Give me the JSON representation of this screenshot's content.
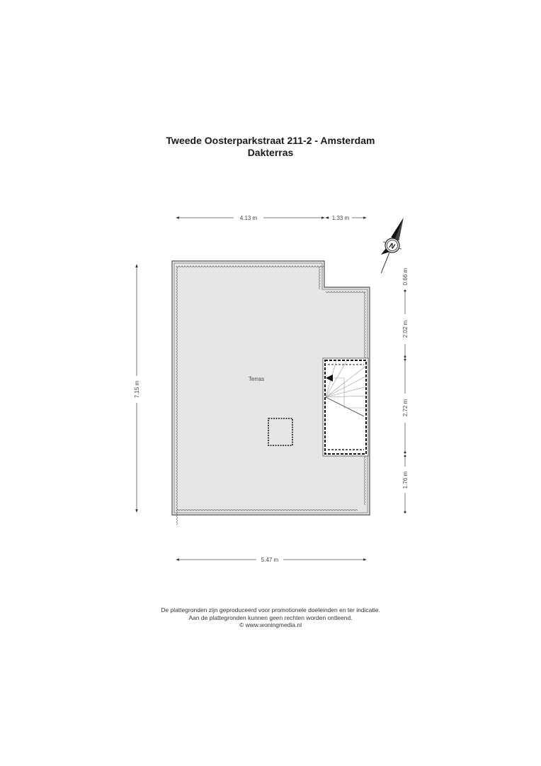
{
  "header": {
    "address": "Tweede Oosterparkstraat 211-2 - Amsterdam",
    "floor": "Dakterras"
  },
  "plan": {
    "rooms": [
      {
        "label": "Terras"
      }
    ],
    "dimensions": {
      "top_left": "4.13 m",
      "top_right": "1.33 m",
      "bottom": "5.47 m",
      "left": "7.15 m",
      "right_segments": [
        "0.66 m",
        "2.02 m",
        "2.72 m",
        "1.76 m"
      ]
    },
    "compass": {
      "label": "N"
    },
    "colors": {
      "floor_fill": "#e6e6e6",
      "wall": "#555555",
      "dim_line": "#555555"
    }
  },
  "footer": {
    "line1": "De plattegronden zijn geproduceerd voor promotionele doeleinden en ter indicatie.",
    "line2": "Aan de plattegronden kunnen geen rechten worden ontleend.",
    "line3": "© www.woningmedia.nl"
  }
}
